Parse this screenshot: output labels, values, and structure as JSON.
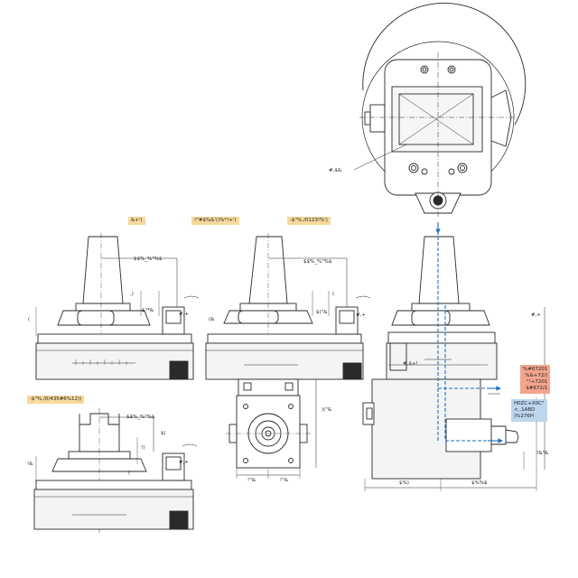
{
  "labels": {
    "top_view_ref": "#,$&",
    "view1_title": "&+')",
    "view2_title": "!\"#$%&'()%*!+')",
    "view3_title": "-$\"%./0123!%')",
    "view4_title": "-$\"%./0/435#6%12))",
    "view1_dim_a": "$$%_%\"%$",
    "view1_dim_b": "$\"*&",
    "view1_dim_c": "#,+",
    "view1_dim_d": ",)",
    "view1_dim_e": "(",
    "view2_dim_a": "$$%_%\"%$",
    "view2_dim_b": "$(\"&",
    "view2_dim_c": "#,+",
    "view2_dim_d": "(",
    "view2_dim_e": "(&",
    "view2_side_dim": ")(\"&",
    "view2_bottom_left": "!\"&",
    "view2_bottom_right": "!\"&",
    "view3_dim_a": "#,$+!",
    "view3_dim_b": "#,+",
    "view3_bottom_left": "$%)",
    "view3_bottom_right": "$%%$",
    "view3_right_dim": "!&\"&",
    "view4_dim_a": "$$%_%\"%$",
    "view4_dim_b": "$(",
    "view4_dim_c": "#,+",
    "view4_dim_d": "!&",
    "view4_dim_e": "(",
    "view4_dim_f": "!)",
    "red_note": [
      "%#67201",
      "%&+72/)",
      "\"!+7201",
      "$#672/1"
    ],
    "blue_note": [
      "H0ZC+X0C\"",
      "<..1ABD",
      ")%276H"
    ]
  },
  "colors": {
    "line": "#2a2a2a",
    "hidden": "#1f6fc0",
    "tag": "#f7d99b",
    "tag_red": "#f2a58c",
    "tag_blue": "#bcd6ee",
    "body_fill": "#f4f4f4"
  }
}
